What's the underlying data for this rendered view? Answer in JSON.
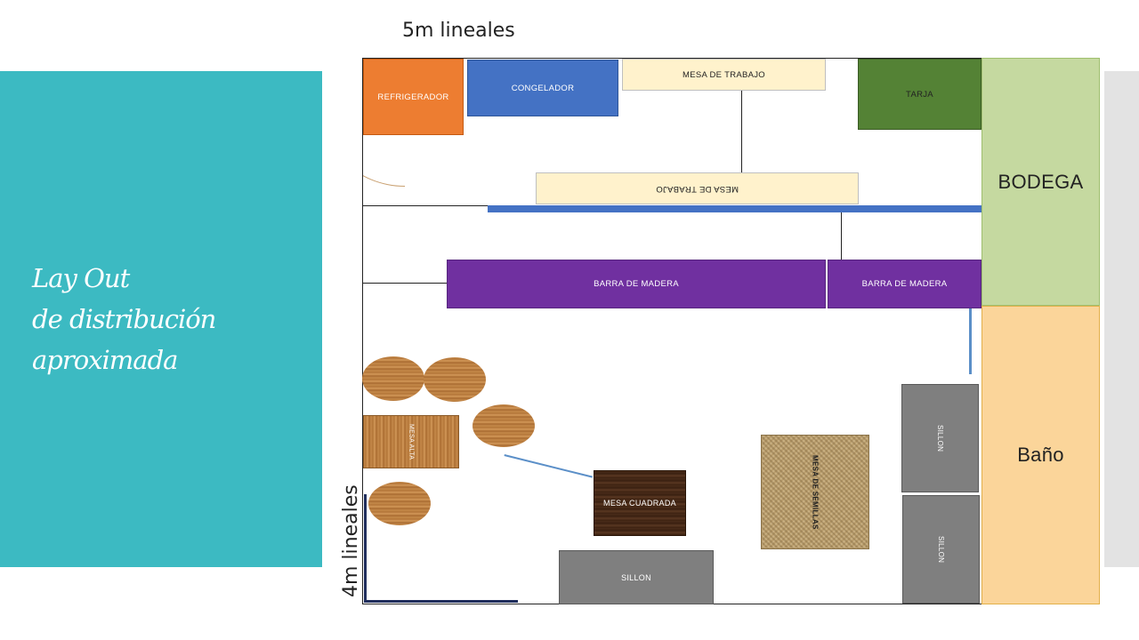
{
  "sidebar": {
    "title": "Lay Out\nde distribución\naproximada"
  },
  "dimensions": {
    "width_label": "5m lineales",
    "height_label": "4m lineales"
  },
  "rooms": {
    "storage": "BODEGA",
    "bathroom": "Baño"
  },
  "equipment": {
    "refrigerator": "REFRIGERADOR",
    "freezer": "CONGELADOR",
    "work_table_1": "MESA DE TRABAJO",
    "work_table_2": "MESA DE TRABAJO",
    "sink": "TARJA",
    "bar_1": "BARRA DE MADERA",
    "bar_2": "BARRA DE MADERA"
  },
  "furniture": {
    "high_table": "MESA ALTA",
    "square_table": "MESA CUADRADA",
    "seeds_table": "MESA DE SEMILLAS",
    "sofa_bottom": "SILLON",
    "sofa_right_1": "SILLON",
    "sofa_right_2": "SILLON"
  },
  "colors": {
    "sidebar": "#3cbac2",
    "refrigerator": "#ed7d31",
    "freezer": "#4472c4",
    "work_table": "#fff2cc",
    "sink": "#548235",
    "bar": "#7030a0",
    "storage": "#c5d9a0",
    "bathroom": "#fbd59a",
    "sofa": "#7f7f7f",
    "divider": "#4472c4"
  }
}
